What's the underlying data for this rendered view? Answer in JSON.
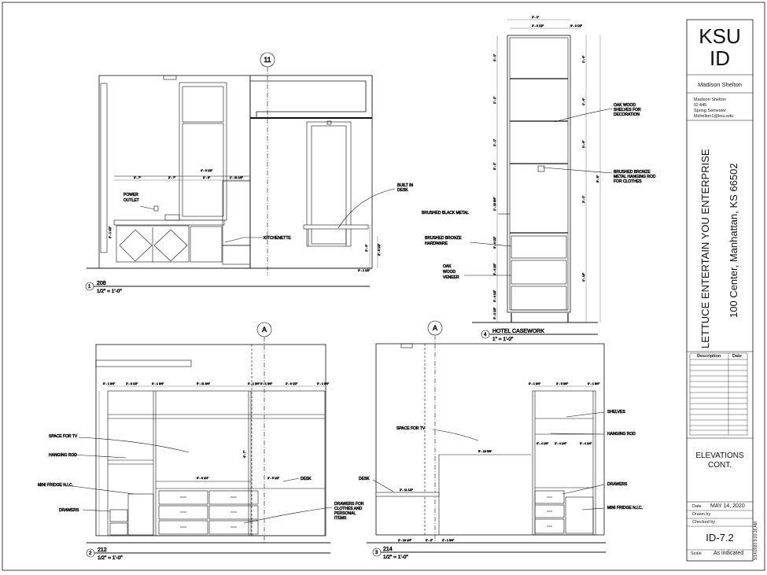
{
  "title_block": {
    "school": "KSU\nID",
    "designer": "Madison Shelton",
    "info": [
      "Madison Shelton",
      "ID 445",
      "Spring Semester",
      "Mshelton1@ksu.edu"
    ],
    "project": "LETTUCE ENTERTAIN YOU ENTERPRISE",
    "address": "100 Center, Manhattan, KS 66502",
    "revision_headers": [
      "Description",
      "Date"
    ],
    "sheet_title": "ELEVATIONS\nCONT.",
    "date_label": "Date",
    "date_value": "MAY 14, 2020",
    "drawn_by": "Drawn by",
    "checked_by": "Checked by",
    "sheet_number": "ID-7.2",
    "scale_label": "Scale",
    "scale_value": "As indicated",
    "timestamp": "5/14/2020 9:20:26 AM"
  },
  "views": {
    "v208": {
      "num": "1",
      "name": "208",
      "scale": "1/2\" = 1'-0\"",
      "grid": "11",
      "labels": {
        "power": "POWER",
        "outlet": "OUTLET",
        "kitchenette": "KITCHENETTE",
        "built1": "BUILT IN",
        "built2": "DESK"
      },
      "dims": {
        "d1": "2' - 7\"",
        "d2": "4' - 9 1/2\"",
        "d3": "2' - 7\"",
        "d4": "2' - 0\"",
        "d5": "1' - 11 1/2\"",
        "d6": "2' - 1 1/2\"",
        "d7": "2' - 4\"",
        "d8": "2' - 6 1/2\"",
        "d9": "0' - 1 1/2\""
      }
    },
    "v4": {
      "num": "4",
      "name": "HOTEL CASEWORK",
      "scale": "1\" = 1'-0\"",
      "labels": {
        "oak1": "OAK WOOD",
        "oak2": "SHELVES FOR",
        "oak3": "DECORATION",
        "br1": "BRUSHED BRONZE",
        "br2": "METAL HANGING ROD",
        "br3": "FOR CLOTHES",
        "metal": "BRUSHED BLACK METAL",
        "hw1": "BRUSHED BRONZE",
        "hw2": "HARDWARE",
        "ven1": "OAK",
        "ven2": "WOOD",
        "ven3": "VENEER"
      },
      "dims": {
        "top1": "2' - 1\"",
        "top2": "2' - 0 1/2\"",
        "top3": "0' - 0 1/2\"",
        "l1": "1' - 1\"",
        "l2": "1' - 1\"",
        "l3": "1' - 1\"",
        "l4": "0' - 1\"",
        "l5": "1' - 10 3/4\"",
        "l6": "0' - 4 1/2\"",
        "l7": "0' - 4 1/2\"",
        "l8": "0' - 4 1/2\"",
        "l9": "0' - 2 1/2\"",
        "r1": "1' - 4\"",
        "r2": "1' - 4\"",
        "r3": "1' - 4\"",
        "r4": "9' - 6\"",
        "r5": "2' - 1\"",
        "r6": "1' - 10\""
      }
    },
    "v212": {
      "num": "2",
      "name": "212",
      "scale": "1/2\" = 1'-0\"",
      "grid": "A",
      "labels": {
        "tv": "SPACE FOR TV",
        "rod": "HANGING ROD",
        "fridge": "MINI FRIDGE N.I.C.",
        "drawers": "DRAWERS",
        "desk": "DESK",
        "dc1": "DRAWERS FOR",
        "dc2": "CLOTHES AND",
        "dc3": "PERSONAL",
        "dc4": "ITEMS"
      },
      "dims": {
        "t1": "0' - 1 3/4\"",
        "t2": "2' - 8 1/2\"",
        "t3": "0' - 1 3/4\"",
        "t4": "5' - 11 3/4\"",
        "t5": "0' - 1 3/4\"",
        "t6": "0' - 1 3/4\"",
        "t7": "2' - 9 1/2\"",
        "t8": "0' - 1 3/4\"",
        "mid1": "6' - 6 1/4\"",
        "mid2": "2' - 5 1/2\"",
        "mid3": "4' - 7\""
      }
    },
    "v214": {
      "num": "3",
      "name": "214",
      "scale": "1/2\" = 1'-0\"",
      "grid": "A",
      "labels": {
        "tv": "SPACE FOR TV",
        "desk": "DESK",
        "shelves": "SHELVES",
        "rod": "HANGING ROD",
        "drawers": "DRAWERS",
        "fridge": "MINI FRIDGE N.I.C."
      },
      "dims": {
        "t1": "0' - 1 3/4\"",
        "t2": "2' - 5 3/4\"",
        "t3": "0' - 1 3/4\"",
        "m1": "5' - 10 5/8\"",
        "m2": "2' - 11 1/2\"",
        "m3": "0' - 4 1/4\"",
        "m4": "2' - 4 1/4\"",
        "m5": "0' - 4 1/4\"",
        "b1": "2' - 10 1/4\"",
        "b2": "0' - 2\"",
        "b3": "2' - 1 3/4\""
      }
    }
  }
}
